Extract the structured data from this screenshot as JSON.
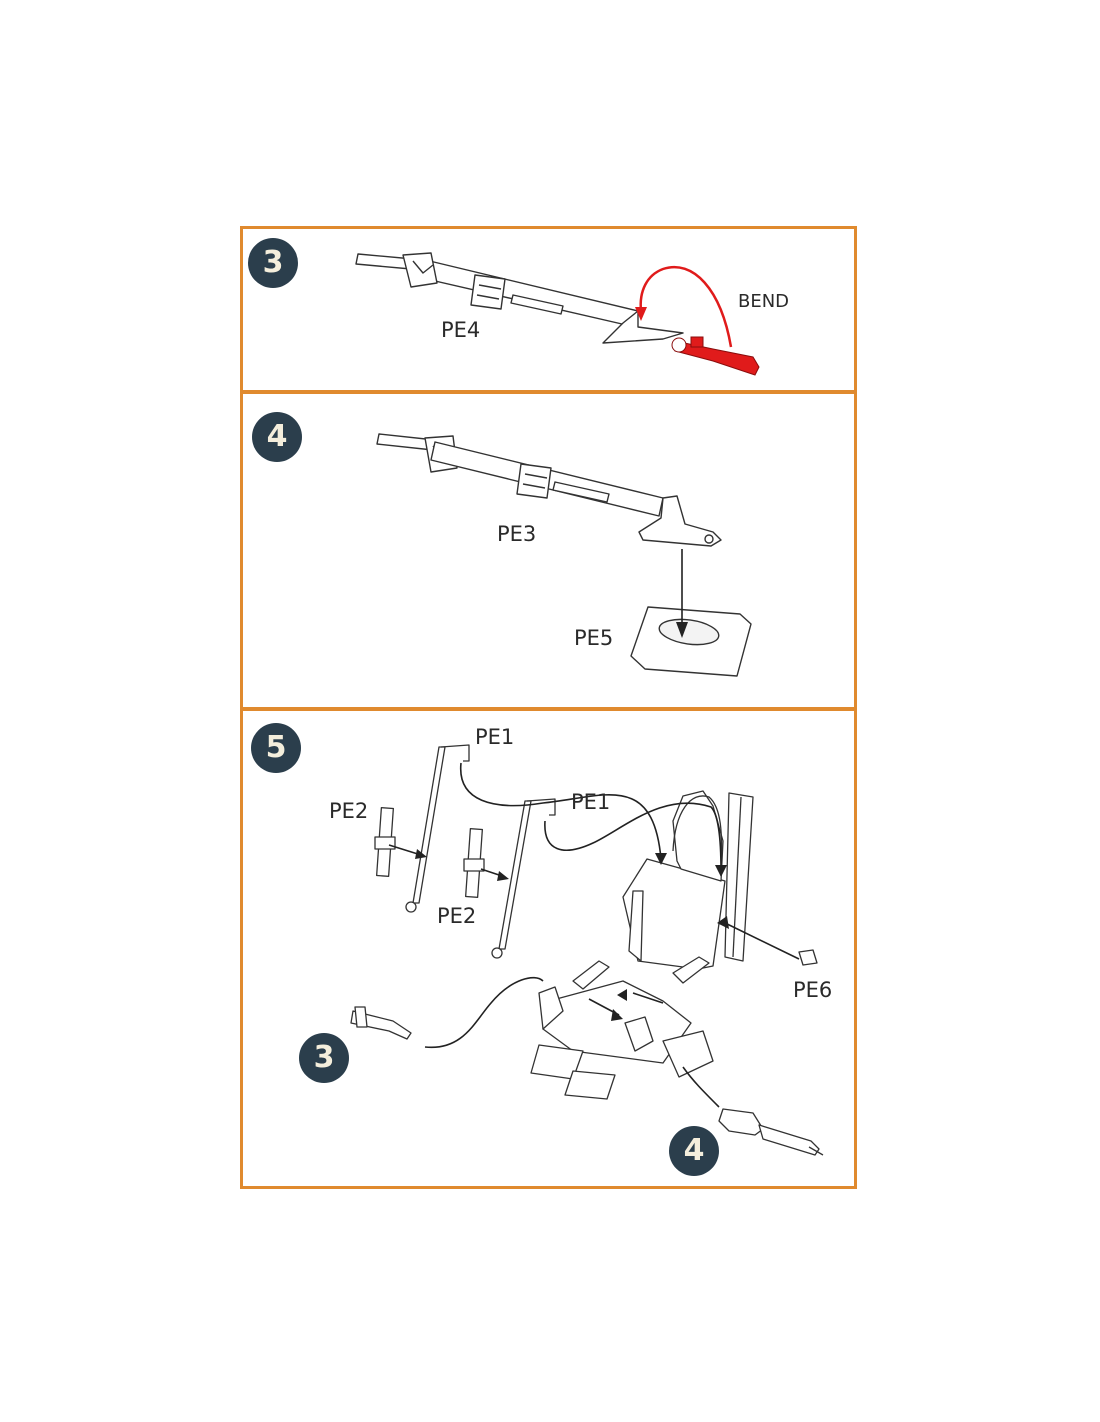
{
  "steps": [
    {
      "number": "3",
      "labels": {
        "part": "PE4",
        "action": "BEND"
      }
    },
    {
      "number": "4",
      "labels": {
        "part_strap": "PE3",
        "part_plate": "PE5"
      }
    },
    {
      "number": "5",
      "labels": {
        "pe1_a": "PE1",
        "pe1_b": "PE1",
        "pe2_a": "PE2",
        "pe2_b": "PE2",
        "pe6": "PE6"
      },
      "callouts": {
        "from_step_3": "3",
        "from_step_4": "4"
      }
    }
  ],
  "colors": {
    "frame": "#E08A2E",
    "badge_bg": "#2B3E4C",
    "badge_text": "#F4EEDC",
    "highlight": "#E01B1B",
    "line": "#222222"
  }
}
